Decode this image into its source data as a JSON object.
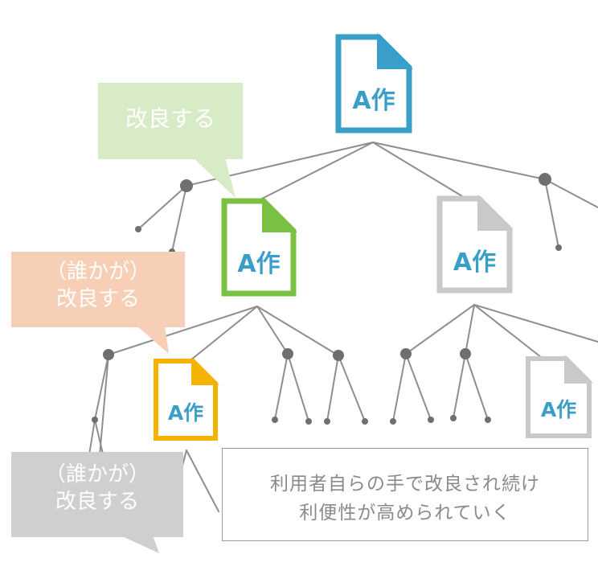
{
  "colors": {
    "line": "#8e8e8e",
    "node": "#6f6f6f",
    "doc_blue": "#3a9fc8",
    "doc_green": "#7ac143",
    "doc_yellow": "#f3b300",
    "doc_gray": "#c9c9c9",
    "label_blue": "#3a9fc8",
    "bubble_green": "#d7ebc6",
    "bubble_orange": "#f7cfb6",
    "bubble_gray": "#cfcfcf"
  },
  "documents": {
    "top": {
      "label": "A作",
      "icon": "document-icon"
    },
    "green": {
      "label": "A作",
      "icon": "document-icon"
    },
    "gray_mid": {
      "label": "A作",
      "icon": "document-icon"
    },
    "yellow": {
      "label": "A作",
      "icon": "document-icon"
    },
    "gray_small": {
      "label": "A作",
      "icon": "document-icon"
    }
  },
  "bubbles": {
    "green": {
      "text": "改良する"
    },
    "orange": {
      "text": "（誰かが）\n改良する"
    },
    "gray": {
      "text": "（誰かが）\n改良する"
    }
  },
  "caption": {
    "line1": "利用者自らの手で改良され続け",
    "line2": "利便性が高められていく"
  }
}
